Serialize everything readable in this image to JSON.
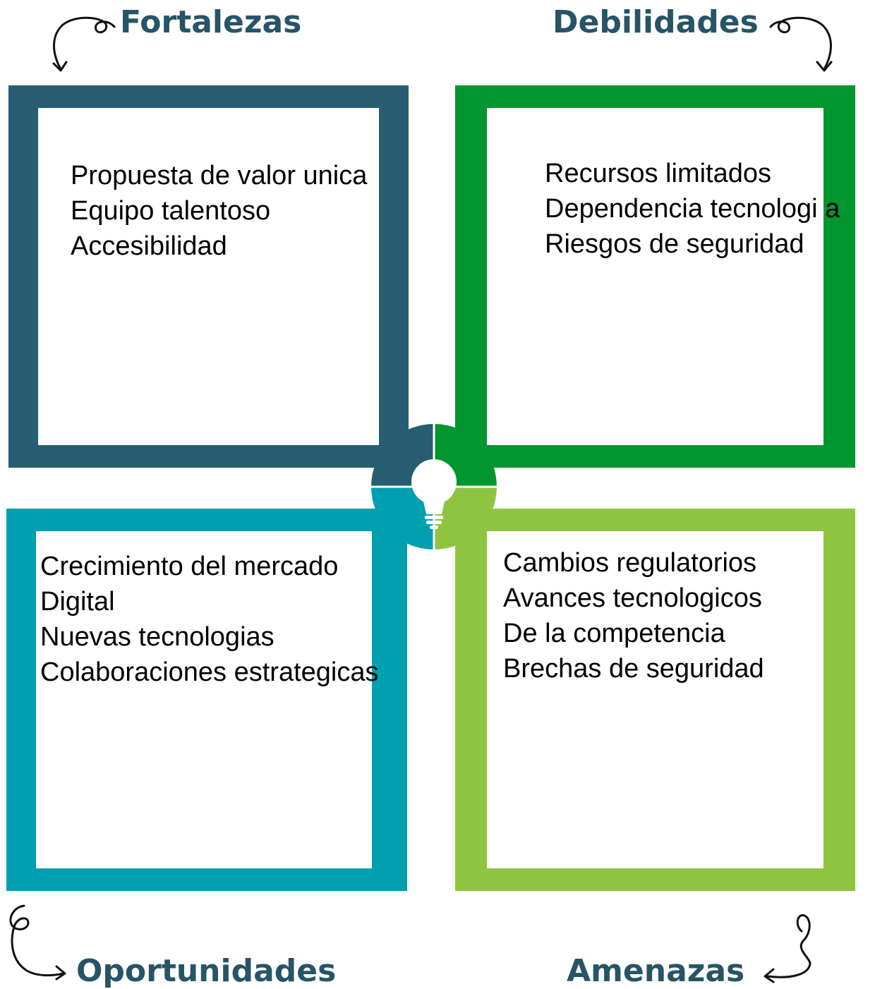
{
  "quadrants": {
    "strengths": {
      "title": "Fortalezas",
      "items": [
        "Propuesta de valor unica",
        "Equipo talentoso",
        "Accesibilidad"
      ],
      "color": "#275d70"
    },
    "weaknesses": {
      "title": "Debilidades",
      "items": [
        "Recursos limitados",
        "Dependencia tecnologi a",
        "Riesgos de seguridad"
      ],
      "color": "#02962e"
    },
    "opportunities": {
      "title": "Oportunidades",
      "items": [
        "Crecimiento del mercado",
        "Digital",
        "Nuevas tecnologias",
        "Colaboraciones estrategicas"
      ],
      "color": "#01a0b0"
    },
    "threats": {
      "title": "Amenazas",
      "items": [
        "Cambios regulatorios",
        "Avances tecnologicos",
        "De la competencia",
        "Brechas de seguridad"
      ],
      "color": "#8fc441"
    }
  },
  "title_color": "#275466",
  "center_icon": "lightbulb-icon",
  "corner_icons": [
    "curly-arrow-icon"
  ]
}
